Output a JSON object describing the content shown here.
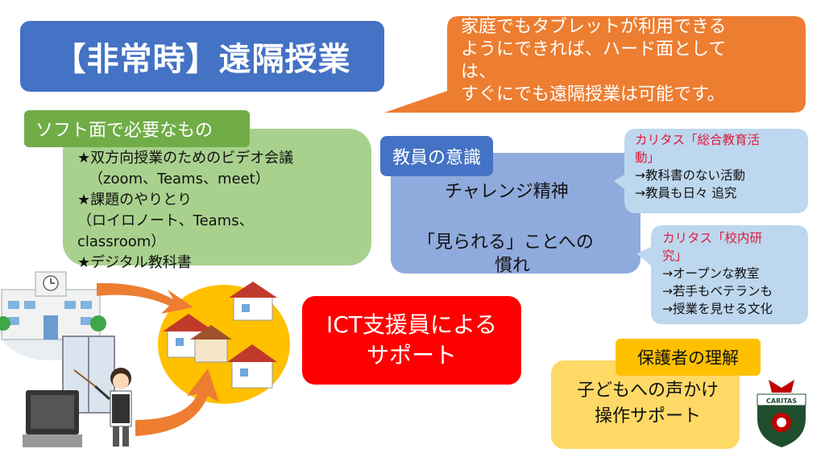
{
  "slide": {
    "title": "【非常時】遠隔授業",
    "callout": {
      "lines": [
        "家庭でもタブレットが利用できる",
        "ようにできれば、ハード面として",
        "は、",
        "すぐにでも遠隔授業は可能です。"
      ]
    },
    "software": {
      "label": "ソフト面で必要なもの",
      "lines": [
        "★双方向授業のためのビデオ会議",
        "（zoom、Teams、meet）",
        "★課題のやりとり",
        "（ロイロノート、Teams、",
        "classroom）",
        "★デジタル教科書"
      ]
    },
    "teachers": {
      "label": "教員の意識",
      "line1": "チャレンジ精神",
      "line2": "「見られる」ことへの",
      "line3": "慣れ"
    },
    "caritas_general": {
      "title_lines": [
        "カリタス「総合教育活",
        "動」"
      ],
      "lines": [
        "→教科書のない活動",
        "→教員も日々 追究"
      ]
    },
    "caritas_school": {
      "title_lines": [
        "カリタス「校内研",
        "究」"
      ],
      "lines": [
        "→オープンな教室",
        "→若手もベテランも",
        "→授業を見せる文化"
      ]
    },
    "ict": {
      "line1": "ICT支援員による",
      "line2": "サポート"
    },
    "parents": {
      "label": "保護者の理解",
      "line1": "子どもへの声かけ",
      "line2": "操作サポート"
    },
    "emblem_text": "CARITAS",
    "colors": {
      "title_blue": "#4472c4",
      "callout_orange": "#ed7d31",
      "soft_green": "#a9d18e",
      "soft_label_green": "#70ad47",
      "teacher_blue": "#8faadc",
      "caritas_blue": "#bdd7ee",
      "ict_red": "#ff0000",
      "parent_yellow": "#ffd966",
      "parent_label": "#ffc000",
      "home_circle": "#ffc000"
    }
  }
}
